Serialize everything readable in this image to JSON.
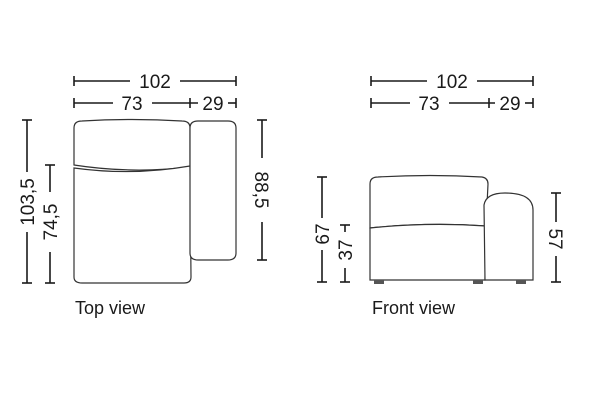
{
  "top_view": {
    "caption": "Top view",
    "width_total": "102",
    "width_seat": "73",
    "width_arm": "29",
    "depth_total": "103,5",
    "depth_seat": "74,5",
    "depth_arm": "88,5"
  },
  "front_view": {
    "caption": "Front view",
    "width_total": "102",
    "width_seat": "73",
    "width_arm": "29",
    "height_total": "67",
    "height_seat": "37",
    "height_arm": "57"
  }
}
